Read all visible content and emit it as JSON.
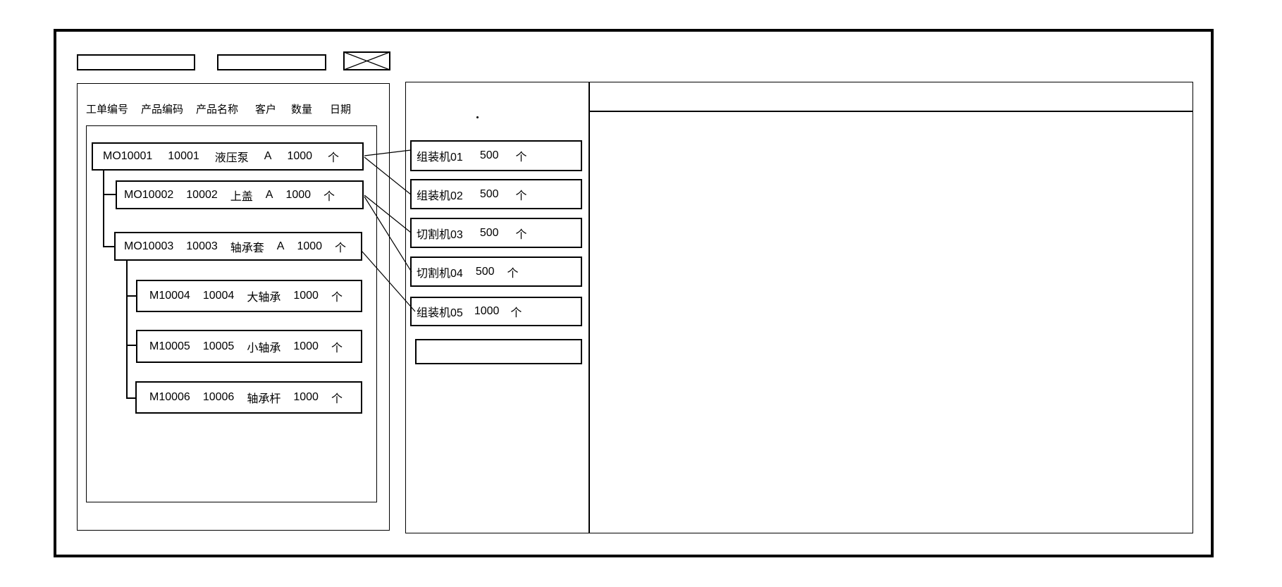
{
  "window": {
    "toolbar": {
      "field1_value": "",
      "field2_value": "",
      "close_icon": "boxed-x"
    },
    "order_panel": {
      "columns": [
        "工单编号",
        "产品编码",
        "产品名称",
        "客户",
        "数量",
        "日期"
      ],
      "orders": [
        {
          "id": "MO10001",
          "code": "10001",
          "name": "液压泵",
          "customer": "A",
          "qty": "1000",
          "unit": "个"
        },
        {
          "id": "MO10002",
          "code": "10002",
          "name": "上盖",
          "customer": "A",
          "qty": "1000",
          "unit": "个"
        },
        {
          "id": "MO10003",
          "code": "10003",
          "name": "轴承套",
          "customer": "A",
          "qty": "1000",
          "unit": "个"
        },
        {
          "id": "M10004",
          "code": "10004",
          "name": "大轴承",
          "qty": "1000",
          "unit": "个"
        },
        {
          "id": "M10005",
          "code": "10005",
          "name": "小轴承",
          "qty": "1000",
          "unit": "个"
        },
        {
          "id": "M10006",
          "code": "10006",
          "name": "轴承杆",
          "qty": "1000",
          "unit": "个"
        }
      ]
    },
    "machine_panel": {
      "machines": [
        {
          "name": "组装机01",
          "qty": "500",
          "unit": "个"
        },
        {
          "name": "组装机02",
          "qty": "500",
          "unit": "个"
        },
        {
          "name": "切割机03",
          "qty": "500",
          "unit": "个"
        },
        {
          "name": "切割机04",
          "qty": "500",
          "unit": "个"
        },
        {
          "name": "组装机05",
          "qty": "1000",
          "unit": "个"
        }
      ],
      "empty_slot_value": ""
    },
    "detail_panel": {
      "content": ""
    },
    "connections": [
      {
        "from": "MO10001",
        "to": "组装机01"
      },
      {
        "from": "MO10001",
        "to": "组装机02"
      },
      {
        "from": "MO10002",
        "to": "切割机03"
      },
      {
        "from": "MO10002",
        "to": "切割机04"
      },
      {
        "from": "MO10003",
        "to": "组装机05"
      }
    ],
    "colors": {
      "line": "#000000",
      "background": "#ffffff"
    }
  }
}
